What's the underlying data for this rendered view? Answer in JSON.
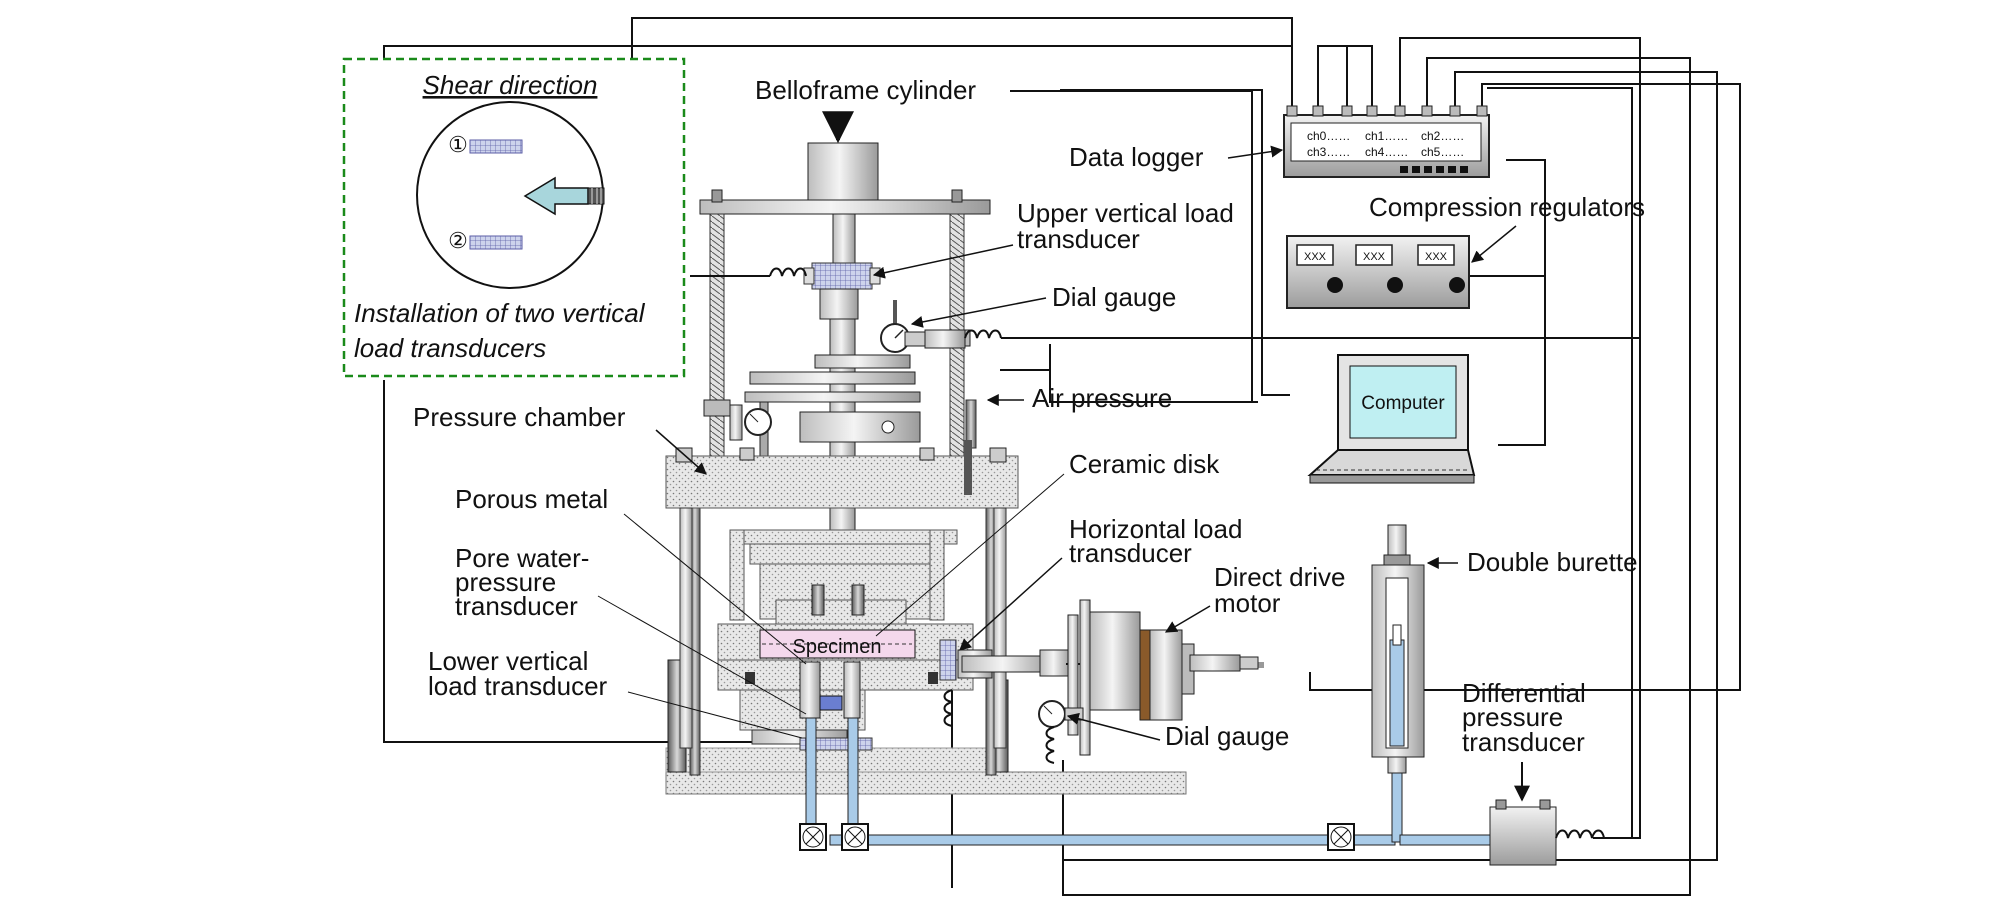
{
  "inset": {
    "title": "Shear direction",
    "marker1": "①",
    "marker2": "②",
    "caption_line1": "Installation of two vertical",
    "caption_line2": "load transducers"
  },
  "labels": {
    "belloframe": "Belloframe cylinder",
    "upper_vertical_1": "Upper vertical load",
    "upper_vertical_2": "transducer",
    "dial_gauge_top": "Dial gauge",
    "air_pressure": "Air pressure",
    "pressure_chamber": "Pressure chamber",
    "ceramic_disk": "Ceramic disk",
    "porous_metal": "Porous metal",
    "pore_water_1": "Pore water-",
    "pore_water_2": "pressure",
    "pore_water_3": "transducer",
    "horizontal_1": "Horizontal load",
    "horizontal_2": "transducer",
    "motor_1": "Direct drive",
    "motor_2": "motor",
    "lower_vertical_1": "Lower vertical",
    "lower_vertical_2": "load transducer",
    "dial_gauge_bottom": "Dial gauge",
    "specimen": "Specimen",
    "data_logger": "Data logger",
    "compression_regulators": "Compression regulators",
    "computer": "Computer",
    "double_burette": "Double burette",
    "diff_1": "Differential",
    "diff_2": "pressure",
    "diff_3": "transducer"
  },
  "logger_channels": [
    "ch0……",
    "ch1……",
    "ch2……",
    "ch3……",
    "ch4……",
    "ch5……"
  ],
  "regulator_displays": [
    "XXX",
    "XXX",
    "XXX"
  ],
  "colors": {
    "inset_border": "#1a8a1a",
    "tube_blue": "#a9cbe8",
    "screen_cyan": "#bfeff2",
    "arrow_fill": "#a8d6dc",
    "specimen_pink": "#f4d8ec",
    "transducer_purple": "#5b5ea6"
  }
}
